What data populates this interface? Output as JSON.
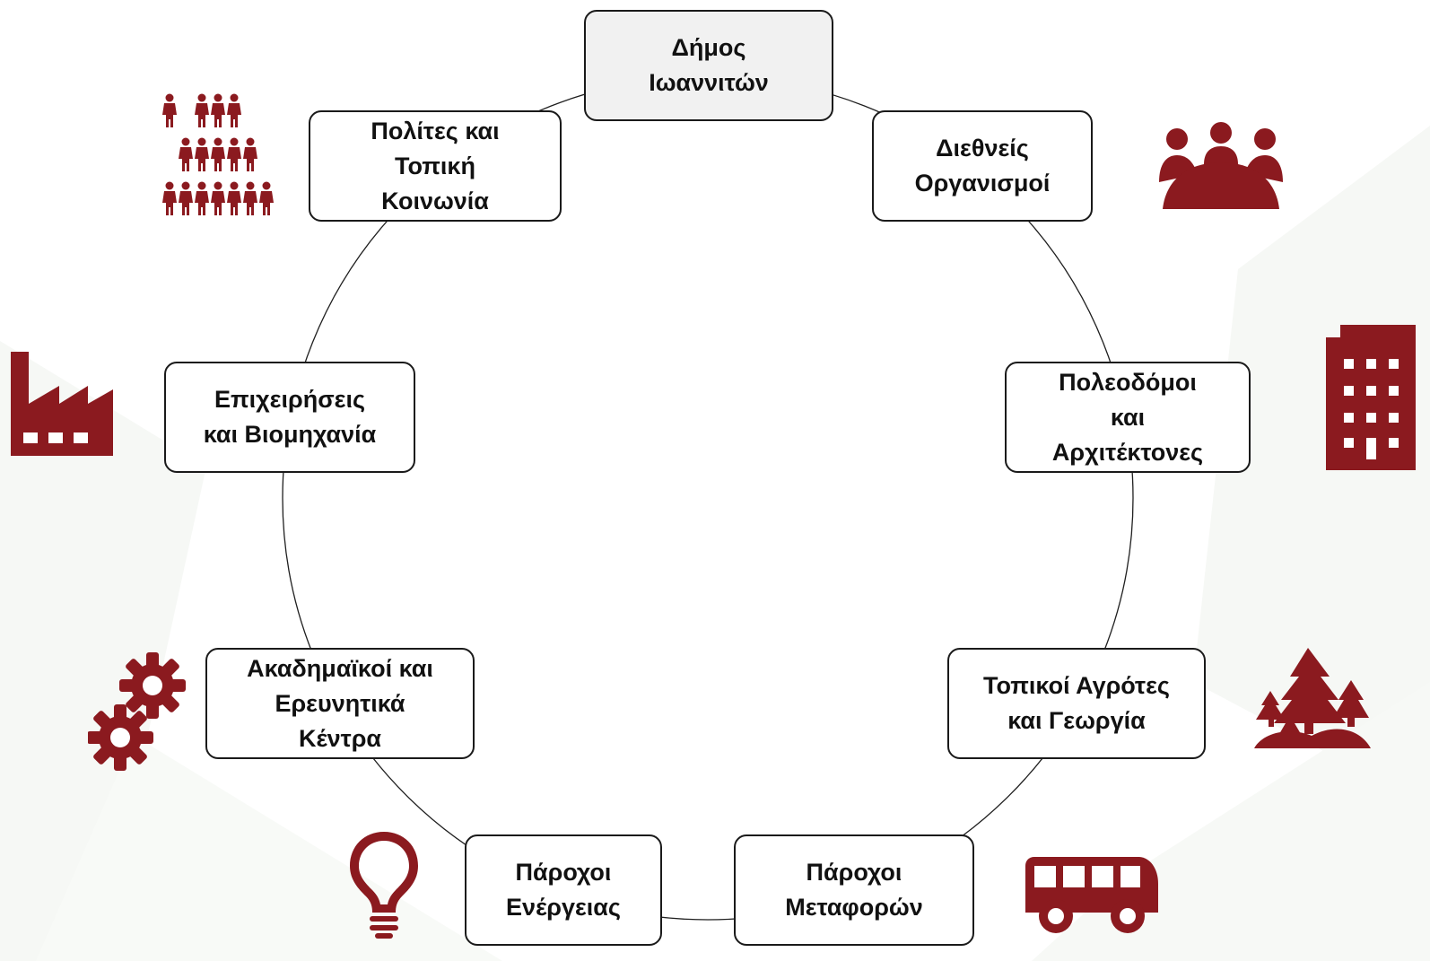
{
  "colors": {
    "icon": "#8b1a1f",
    "border": "#1a1a1a",
    "central_fill": "#f1f1f1",
    "text": "#111111"
  },
  "nodes": {
    "central": {
      "label": "Δήμος\nΙωαννιτών"
    },
    "international": {
      "label": "Διεθνείς\nΟργανισμοί"
    },
    "planners": {
      "label": "Πολεοδόμοι\nκαι\nΑρχιτέκτονες"
    },
    "farmers": {
      "label": "Τοπικοί Αγρότες\nκαι Γεωργία"
    },
    "transport": {
      "label": "Πάροχοι\nΜεταφορών"
    },
    "energy": {
      "label": "Πάροχοι\nΕνέργειας"
    },
    "academia": {
      "label": "Ακαδημαϊκοί και\nΕρευνητικά\nΚέντρα"
    },
    "business": {
      "label": "Επιχειρήσεις\nκαι Βιομηχανία"
    },
    "citizens": {
      "label": "Πολίτες και\nΤοπική\nΚοινωνία"
    }
  },
  "icons": {
    "citizens": "crowd-icon",
    "international": "meeting-table-icon",
    "planners": "office-building-icon",
    "farmers": "trees-icon",
    "transport": "bus-icon",
    "energy": "lightbulb-icon",
    "academia": "gears-icon",
    "business": "factory-icon"
  }
}
